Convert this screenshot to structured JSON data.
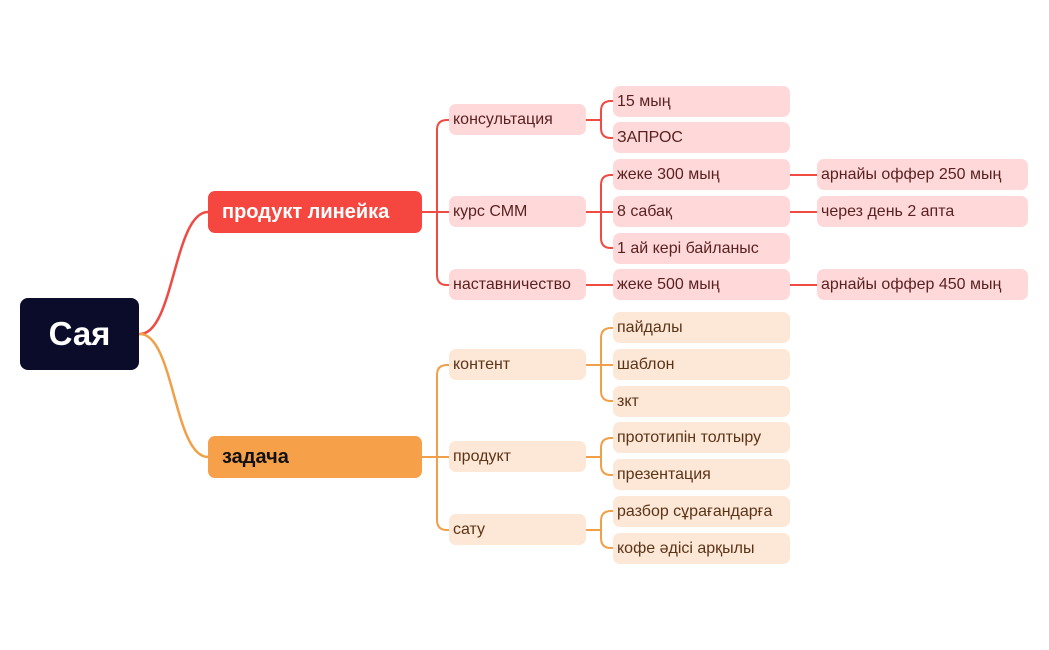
{
  "theme": {
    "root_bg": "#0a0c2a",
    "branch1_main": "#f5473f",
    "branch1_light": "#ffd9d9",
    "branch1_text": "#5a1f1f",
    "branch1_line": "#ef4b43",
    "branch2_main": "#f6a04a",
    "branch2_light": "#fde7d6",
    "branch2_text": "#5b3418",
    "branch2_line": "#f0a048"
  },
  "root": {
    "label": "Сая"
  },
  "branches": [
    {
      "label": "продукт линейка",
      "children": [
        {
          "label": "консультация",
          "children": [
            {
              "label": "15 мың"
            },
            {
              "label": "ЗАПРОС"
            }
          ]
        },
        {
          "label": "курс СММ",
          "children": [
            {
              "label": "жеке 300 мың",
              "children": [
                {
                  "label": "арнайы оффер 250 мың"
                }
              ]
            },
            {
              "label": "8 сабақ",
              "children": [
                {
                  "label": "через день 2 апта"
                }
              ]
            },
            {
              "label": "1 ай кері байланыс"
            }
          ]
        },
        {
          "label": "наставничество",
          "children": [
            {
              "label": "жеке 500 мың",
              "children": [
                {
                  "label": "арнайы оффер 450 мың"
                }
              ]
            }
          ]
        }
      ]
    },
    {
      "label": "задача",
      "children": [
        {
          "label": "контент",
          "children": [
            {
              "label": "пайдалы"
            },
            {
              "label": "шаблон"
            },
            {
              "label": "зкт"
            }
          ]
        },
        {
          "label": "продукт",
          "children": [
            {
              "label": "прототипін толтыру"
            },
            {
              "label": "презентация"
            }
          ]
        },
        {
          "label": "сату",
          "children": [
            {
              "label": "разбор сұрағандарға"
            },
            {
              "label": "кофе әдісі арқылы"
            }
          ]
        }
      ]
    }
  ]
}
